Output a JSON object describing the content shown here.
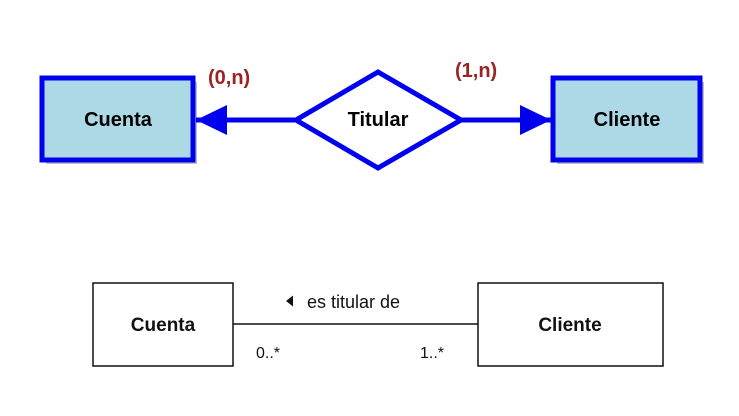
{
  "er_diagram": {
    "entity_left": {
      "label": "Cuenta"
    },
    "entity_right": {
      "label": "Cliente"
    },
    "relationship": {
      "label": "Titular"
    },
    "cardinality_left": "(0,n)",
    "cardinality_right": "(1,n)",
    "colors": {
      "entity_fill": "#add8e6",
      "entity_border": "#0000ee",
      "connector": "#0000ee",
      "cardinality_text": "#9b2323"
    }
  },
  "uml_diagram": {
    "class_left": {
      "label": "Cuenta"
    },
    "class_right": {
      "label": "Cliente"
    },
    "association": {
      "direction_icon": "left-triangle-icon",
      "label": "es titular de"
    },
    "multiplicity_left": "0..*",
    "multiplicity_right": "1..*"
  }
}
